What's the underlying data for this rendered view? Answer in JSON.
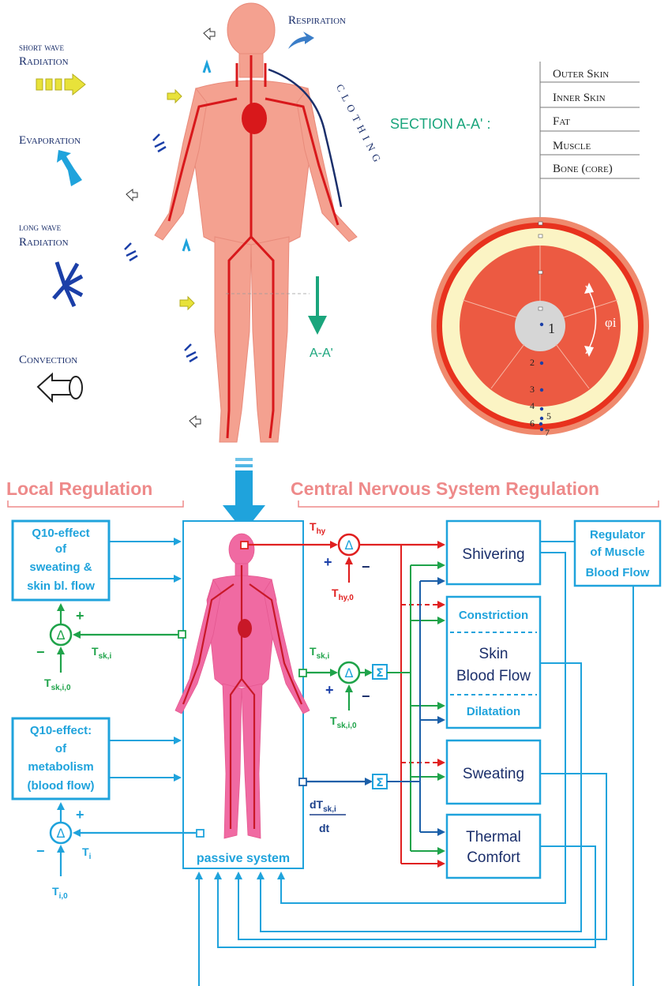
{
  "heat_exchange": {
    "short_wave_radiation": [
      "short wave",
      "Radiation"
    ],
    "evaporation": "Evaporation",
    "long_wave_radiation": [
      "long wave",
      "Radiation"
    ],
    "convection": "Convection",
    "respiration": "Respiration",
    "clothing": "CLOTHING",
    "section_marker": "A-A'"
  },
  "section": {
    "title": "SECTION A-A' :",
    "layers": [
      "Outer Skin",
      "Inner Skin",
      "Fat",
      "Muscle",
      "Bone (core)"
    ],
    "node_numbers": [
      "1",
      "2",
      "3",
      "4",
      "5",
      "6",
      "7"
    ],
    "angle_label": "φi"
  },
  "regulation": {
    "local_title": "Local Regulation",
    "central_title": "Central Nervous System Regulation",
    "q10_sweating": [
      "Q10-effect",
      "of",
      "sweating &",
      "skin bl. flow"
    ],
    "q10_metabolism": [
      "Q10-effect:",
      "of",
      "metabolism",
      "(blood flow)"
    ],
    "passive_system": "passive system",
    "shivering": "Shivering",
    "constriction": "Constriction",
    "skin_blood_flow": [
      "Skin",
      "Blood Flow"
    ],
    "dilatation": "Dilatation",
    "sweating": "Sweating",
    "thermal_comfort": [
      "Thermal",
      "Comfort"
    ],
    "muscle_regulator": [
      "Regulator",
      "of Muscle",
      "Blood Flow"
    ],
    "delta_symbol": "Δ",
    "sigma_symbol": "Σ",
    "plus": "+",
    "minus": "−",
    "signals": {
      "t_hy": {
        "base": "T",
        "sub": "hy"
      },
      "t_hy0": {
        "base": "T",
        "sub": "hy,0"
      },
      "t_ski": {
        "base": "T",
        "sub": "sk,i"
      },
      "t_ski0": {
        "base": "T",
        "sub": "sk,i,0"
      },
      "t_i": {
        "base": "T",
        "sub": "i"
      },
      "t_i0": {
        "base": "T",
        "sub": "i,0"
      },
      "dt_num": {
        "base": "dT",
        "sub": "sk,i"
      },
      "dt_den": "dt"
    }
  },
  "colors": {
    "blue": "#1fa3dc",
    "dark_blue": "#1b5fa8",
    "green": "#1fa34a",
    "red": "#e02020",
    "heading_pink": "#ee8a8a",
    "skin": "#f4a190",
    "vessel": "#d8181b",
    "teal": "#1aa57c",
    "navy_text": "#1b2f6b"
  }
}
